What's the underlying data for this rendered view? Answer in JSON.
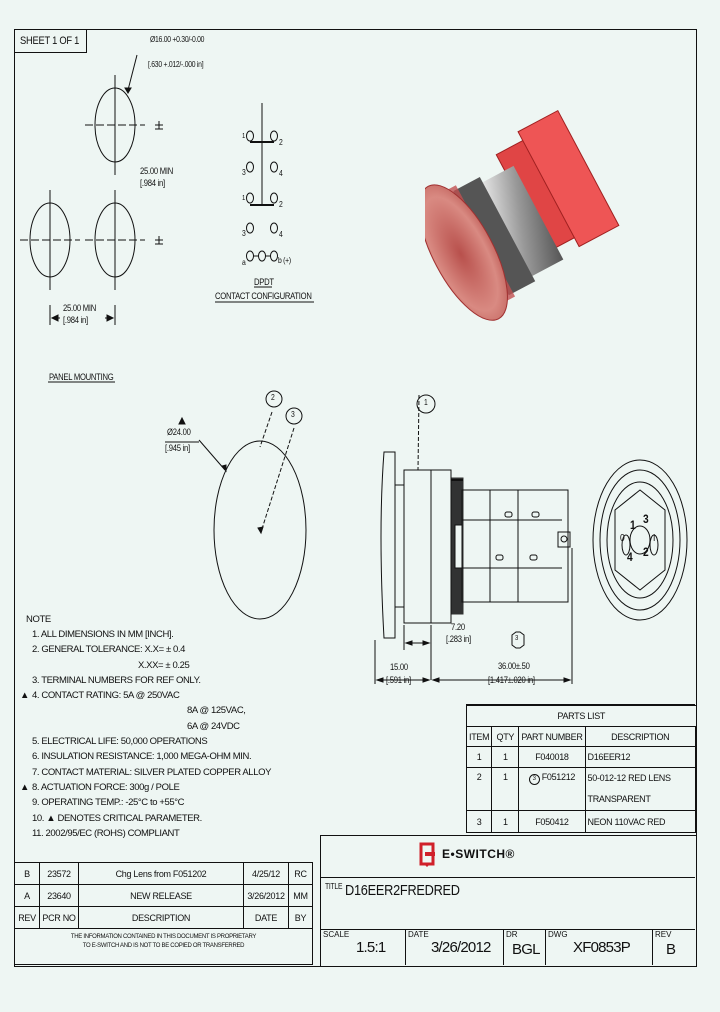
{
  "sheet": "SHEET 1 OF 1",
  "panel_mounting": {
    "label": "PANEL MOUNTING",
    "hole_dia": "Ø16.00 +0.30/-0.00",
    "hole_dia_in": "[.630 +.012/-.000 in]",
    "spacing_v": "25.00 MIN",
    "spacing_v_in": "[.984 in]",
    "spacing_h": "25.00 MIN",
    "spacing_h_in": "[.984 in]"
  },
  "contact": {
    "title": "DPDT",
    "subtitle": "CONTACT CONFIGURATION",
    "terminals": [
      "1",
      "2",
      "3",
      "4",
      "1",
      "2",
      "3",
      "4"
    ],
    "lamp": "a",
    "lamp_b": "b (+)"
  },
  "views": {
    "lens_dia": "Ø24.00",
    "lens_dia_in": "[.945 in]",
    "balloons": [
      "1",
      "2",
      "3"
    ],
    "dim1": "7.20",
    "dim1_in": "[.283 in]",
    "dim2": "15.00",
    "dim2_in": "[.591 in]",
    "dim3": "36.00±.50",
    "dim3_in": "[1.417±.020 in]",
    "dim3_flag": "3",
    "rear_labels": [
      "1",
      "3",
      "0",
      "I",
      "4",
      "2"
    ]
  },
  "notes": {
    "heading": "NOTE",
    "items": [
      {
        "mark": "",
        "text": "1. ALL DIMENSIONS IN MM [INCH]."
      },
      {
        "mark": "",
        "text": "2. GENERAL TOLERANCE: X.X= ± 0.4"
      },
      {
        "mark": "",
        "text": "X.XX= ± 0.25",
        "indent": true
      },
      {
        "mark": "",
        "text": "3. TERMINAL NUMBERS FOR REF ONLY."
      },
      {
        "mark": "▲",
        "text": "4. CONTACT RATING: 5A @ 250VAC"
      },
      {
        "mark": "",
        "text": "8A @ 125VAC,",
        "indent2": true
      },
      {
        "mark": "",
        "text": "6A @ 24VDC",
        "indent2": true
      },
      {
        "mark": "",
        "text": "5. ELECTRICAL LIFE: 50,000 OPERATIONS"
      },
      {
        "mark": "",
        "text": "6. INSULATION RESISTANCE: 1,000 MEGA-OHM MIN."
      },
      {
        "mark": "",
        "text": "7. CONTACT MATERIAL: SILVER PLATED COPPER ALLOY"
      },
      {
        "mark": "▲",
        "text": "8. ACTUATION FORCE: 300g / POLE"
      },
      {
        "mark": "",
        "text": "9. OPERATING TEMP.: -25°C to +55°C"
      },
      {
        "mark": "",
        "text": "10. ▲ DENOTES CRITICAL PARAMETER."
      },
      {
        "mark": "",
        "text": "11. 2002/95/EC (ROHS) COMPLIANT"
      }
    ]
  },
  "parts_list": {
    "title": "PARTS LIST",
    "headers": [
      "ITEM",
      "QTY",
      "PART NUMBER",
      "DESCRIPTION"
    ],
    "rows": [
      {
        "item": "1",
        "qty": "1",
        "part": "F040018",
        "desc": "D16EER12"
      },
      {
        "item": "2",
        "qty": "1",
        "part": "F051212",
        "desc": "50-012-12 RED LENS",
        "desc2": "TRANSPARENT",
        "flag": "3"
      },
      {
        "item": "3",
        "qty": "1",
        "part": "F050412",
        "desc": "NEON 110VAC RED"
      }
    ]
  },
  "revisions": {
    "headers": [
      "REV",
      "PCR NO",
      "DESCRIPTION",
      "DATE",
      "BY"
    ],
    "rows": [
      [
        "B",
        "23572",
        "Chg Lens from F051202",
        "4/25/12",
        "RC"
      ],
      [
        "A",
        "23640",
        "NEW RELEASE",
        "3/26/2012",
        "MM"
      ]
    ],
    "disclaimer1": "THE INFORMATION CONTAINED IN THIS DOCUMENT IS PROPRIETARY",
    "disclaimer2": "TO E-SWITCH AND IS NOT TO BE COPIED OR TRANSFERRED"
  },
  "title_block": {
    "logo": "E•SWITCH®",
    "brand_color": "#d0202a",
    "title_label": "TITLE",
    "title": "D16EER2FREDRED",
    "scale_label": "SCALE",
    "scale": "1.5:1",
    "date_label": "DATE",
    "date": "3/26/2012",
    "dr_label": "DR",
    "dr": "BGL",
    "dwg_label": "DWG",
    "dwg": "XF0853P",
    "rev_label": "REV",
    "rev": "B"
  }
}
